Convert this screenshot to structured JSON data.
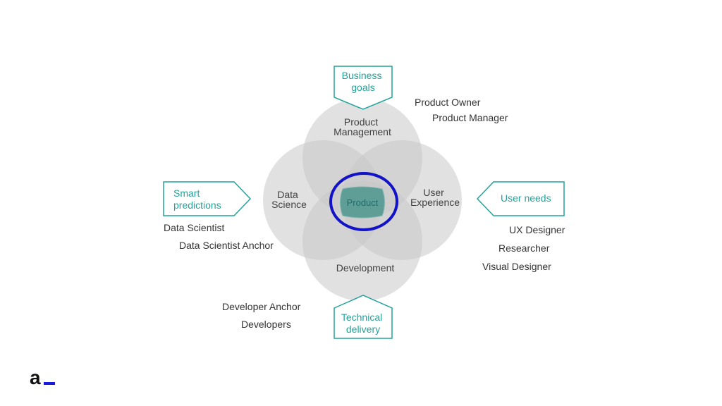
{
  "circles": {
    "top": [
      "Product",
      "Management"
    ],
    "left": [
      "Data",
      "Science"
    ],
    "right": [
      "User",
      "Experience"
    ],
    "bottom": [
      "Development"
    ]
  },
  "center": {
    "label": "Product"
  },
  "boxes": {
    "business_goals": [
      "Business",
      "goals"
    ],
    "smart_predictions": [
      "Smart",
      "predictions"
    ],
    "user_needs": [
      "User needs"
    ],
    "technical_delivery": [
      "Technical",
      "delivery"
    ]
  },
  "roles": {
    "product_owner": "Product Owner",
    "product_manager": "Product Manager",
    "data_scientist": "Data Scientist",
    "data_scientist_anchor": "Data Scientist Anchor",
    "ux_designer": "UX Designer",
    "researcher": "Researcher",
    "visual_designer": "Visual Designer",
    "developer_anchor": "Developer Anchor",
    "developers": "Developers"
  },
  "colors": {
    "circle_fill": "#c8c8c8",
    "center_fill": "#5f9e97",
    "box_stroke": "#22a39a",
    "highlight_ring": "#1212c8",
    "logo_accent": "#1a1adb"
  },
  "logo": {
    "letter": "a"
  }
}
